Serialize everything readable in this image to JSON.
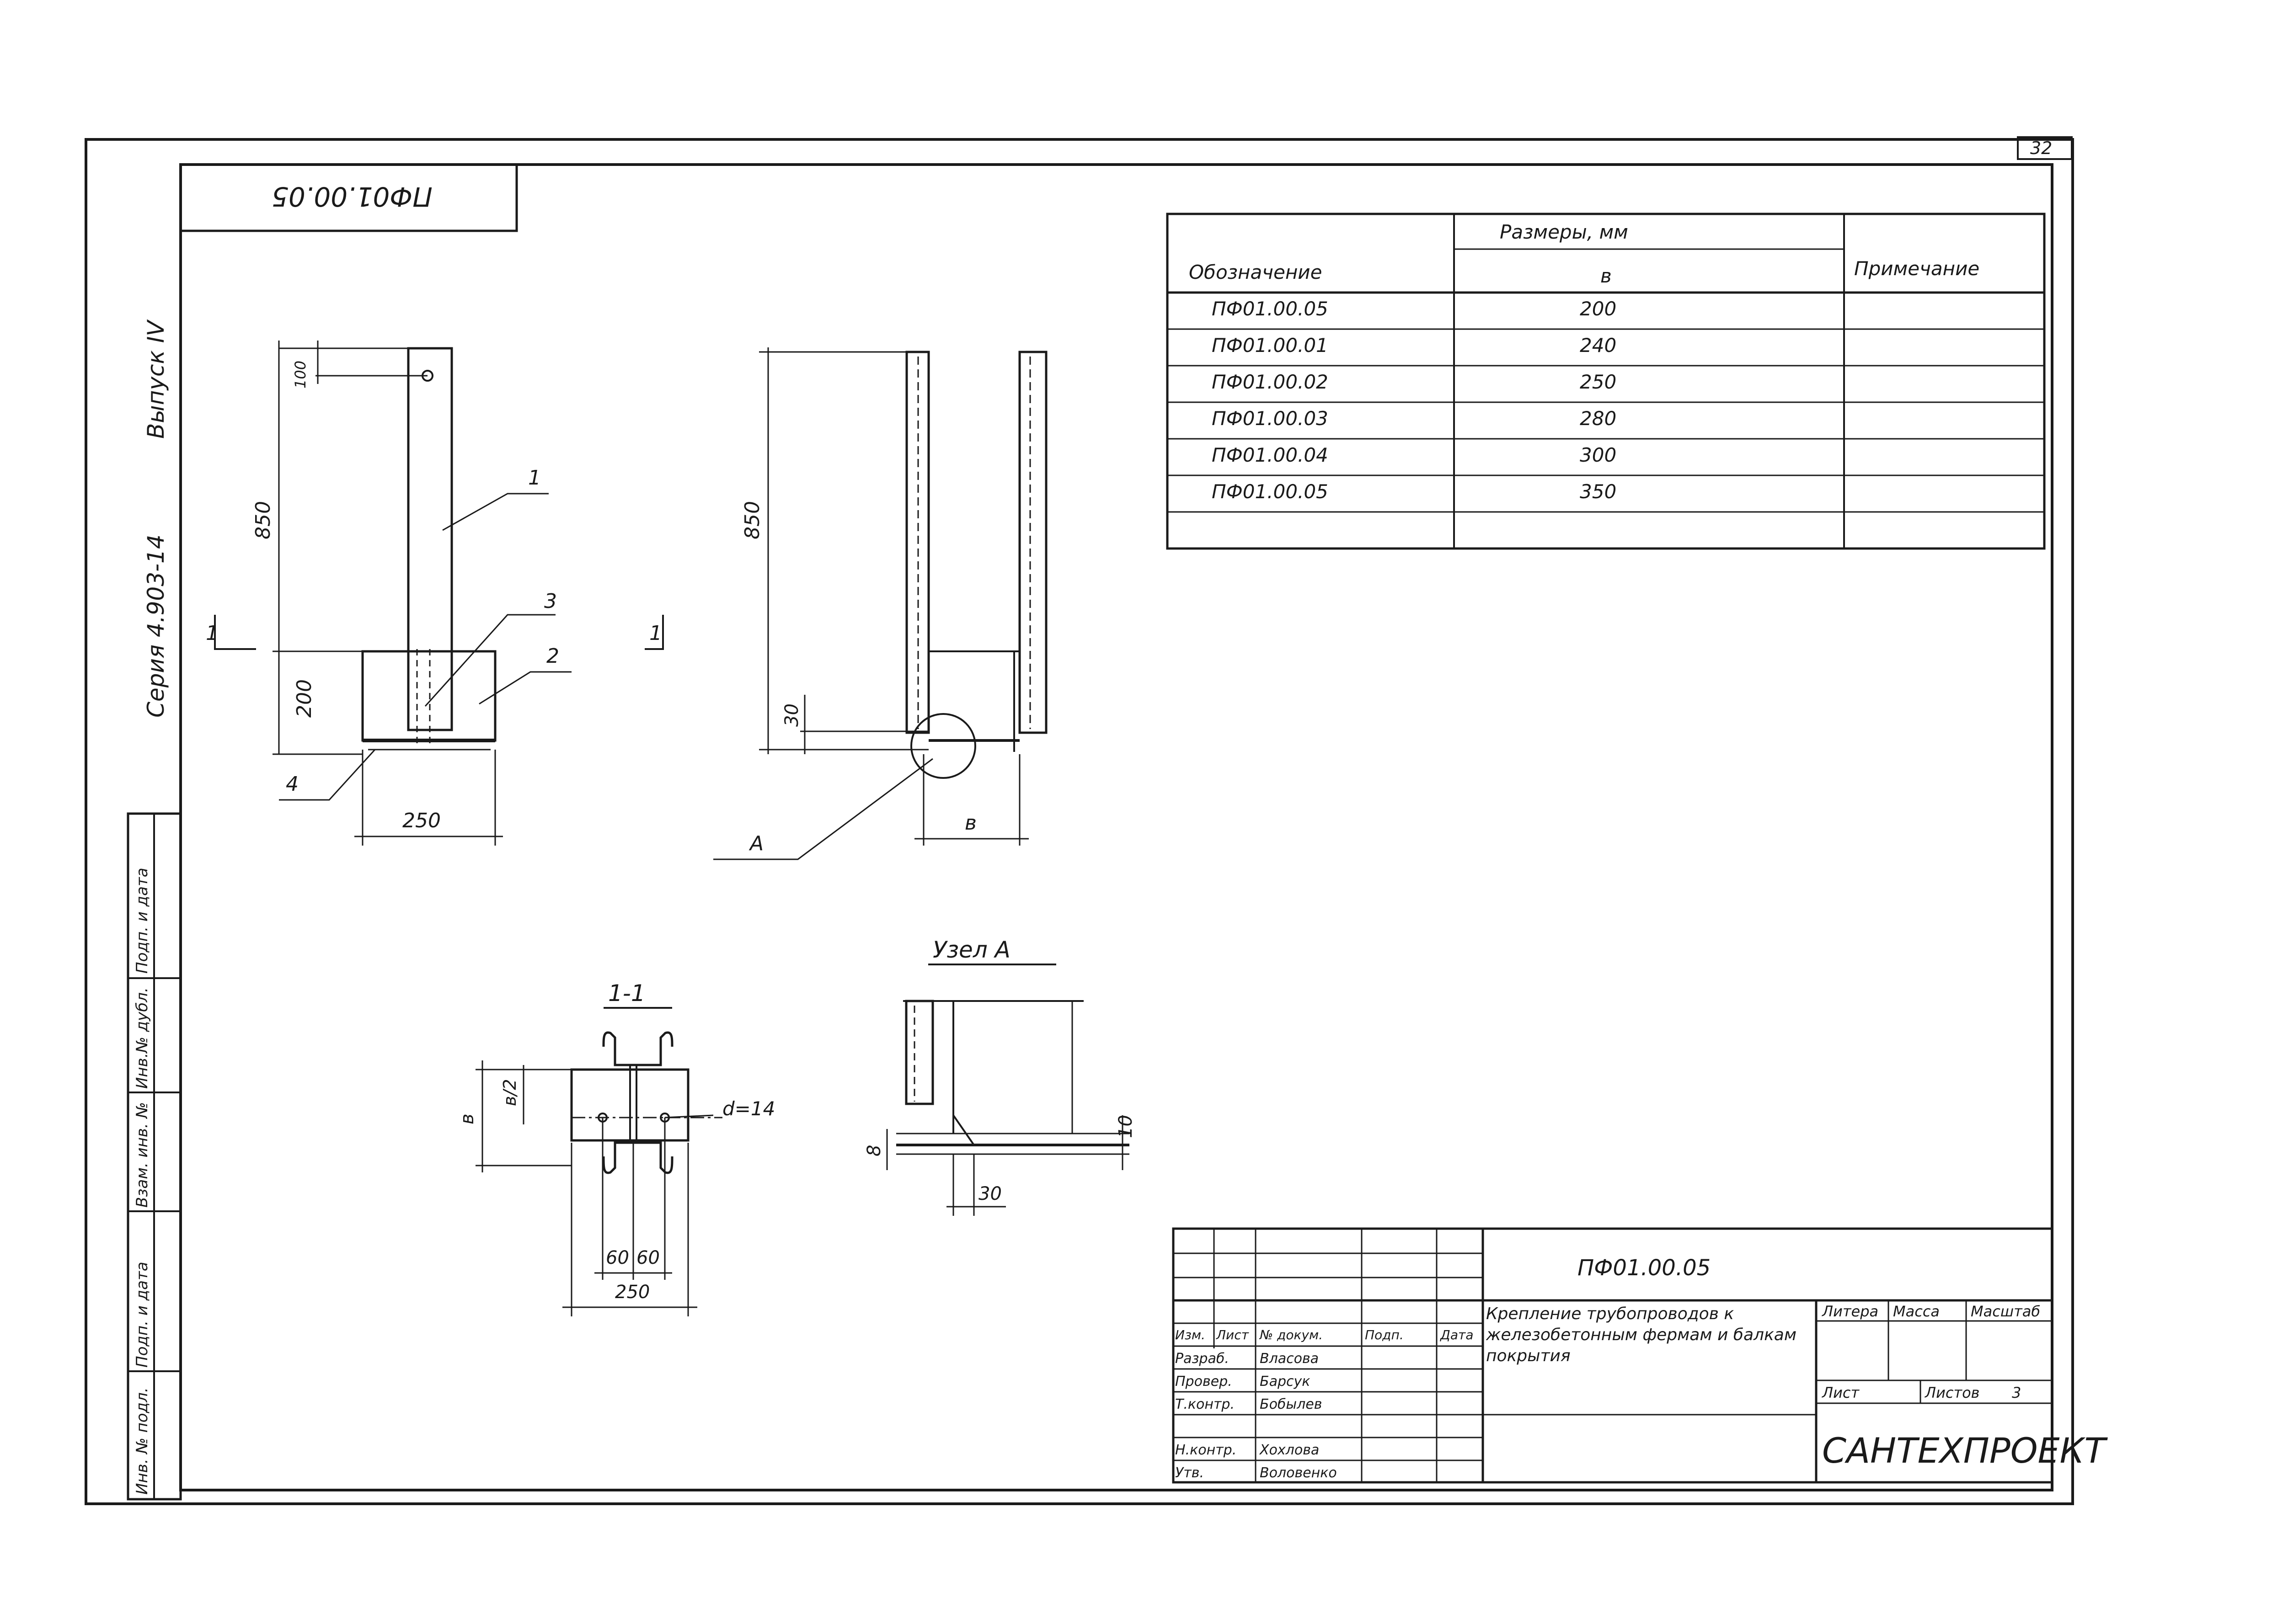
{
  "sheet": {
    "page_number": "32",
    "stamp_code": "ПФ01.00.05",
    "series_text": "Серия 4.903-14",
    "issue_text": "Выпуск IV"
  },
  "table": {
    "col_designation": "Обозначение",
    "group_header": "Размеры, мм",
    "col_b": "в",
    "col_note": "Примечание",
    "rows": [
      {
        "designation": "ПФ01.00.05",
        "b": "200",
        "note": ""
      },
      {
        "designation": "ПФ01.00.01",
        "b": "240",
        "note": ""
      },
      {
        "designation": "ПФ01.00.02",
        "b": "250",
        "note": ""
      },
      {
        "designation": "ПФ01.00.03",
        "b": "280",
        "note": ""
      },
      {
        "designation": "ПФ01.00.04",
        "b": "300",
        "note": ""
      },
      {
        "designation": "ПФ01.00.05",
        "b": "350",
        "note": ""
      }
    ]
  },
  "views": {
    "front": {
      "height": "850",
      "top_offset": "100",
      "base_height": "200",
      "width": "250",
      "callouts": [
        "1",
        "2",
        "3",
        "4"
      ],
      "section_mark": "1"
    },
    "side": {
      "height": "850",
      "offset": "30",
      "width_label": "в",
      "node_label": "А",
      "section_mark": "1"
    },
    "section": {
      "title": "1-1",
      "b": "в",
      "half_b": "в/2",
      "hole": "d=14",
      "spacing_a": "60",
      "spacing_b": "60",
      "width": "250"
    },
    "node": {
      "title": "Узел А",
      "dim_10": "10",
      "dim_8": "8",
      "dim_30": "30"
    }
  },
  "side_stamp": {
    "cells": [
      "Подп. и дата",
      "Инв.№ дубл.",
      "Взам. инв. №",
      "Подп. и дата",
      "Инв. № подл."
    ]
  },
  "title_block": {
    "designation": "ПФ01.00.05",
    "description": "Крепление трубопроводов к железобетонным фермам и балкам покрытия",
    "labels": {
      "change": "Изм.",
      "sheet": "Лист",
      "doc_no": "№ докум.",
      "signature": "Подп.",
      "date": "Дата",
      "developed": "Разраб.",
      "checked": "Провер.",
      "tech_control": "Т.контр.",
      "norm_control": "Н.контр.",
      "approved": "Утв."
    },
    "names": {
      "developed": "Власова",
      "checked": "Барсук",
      "tech_control": "Бобылев",
      "norm_control": "Хохлова",
      "approved": "Воловенко"
    },
    "letter_label": "Литера",
    "mass_label": "Масса",
    "scale_label": "Масштаб",
    "sheet_label": "Лист",
    "sheets_label": "Листов",
    "sheets_count": "3",
    "organization": "САНТЕХПРОЕКТ"
  }
}
